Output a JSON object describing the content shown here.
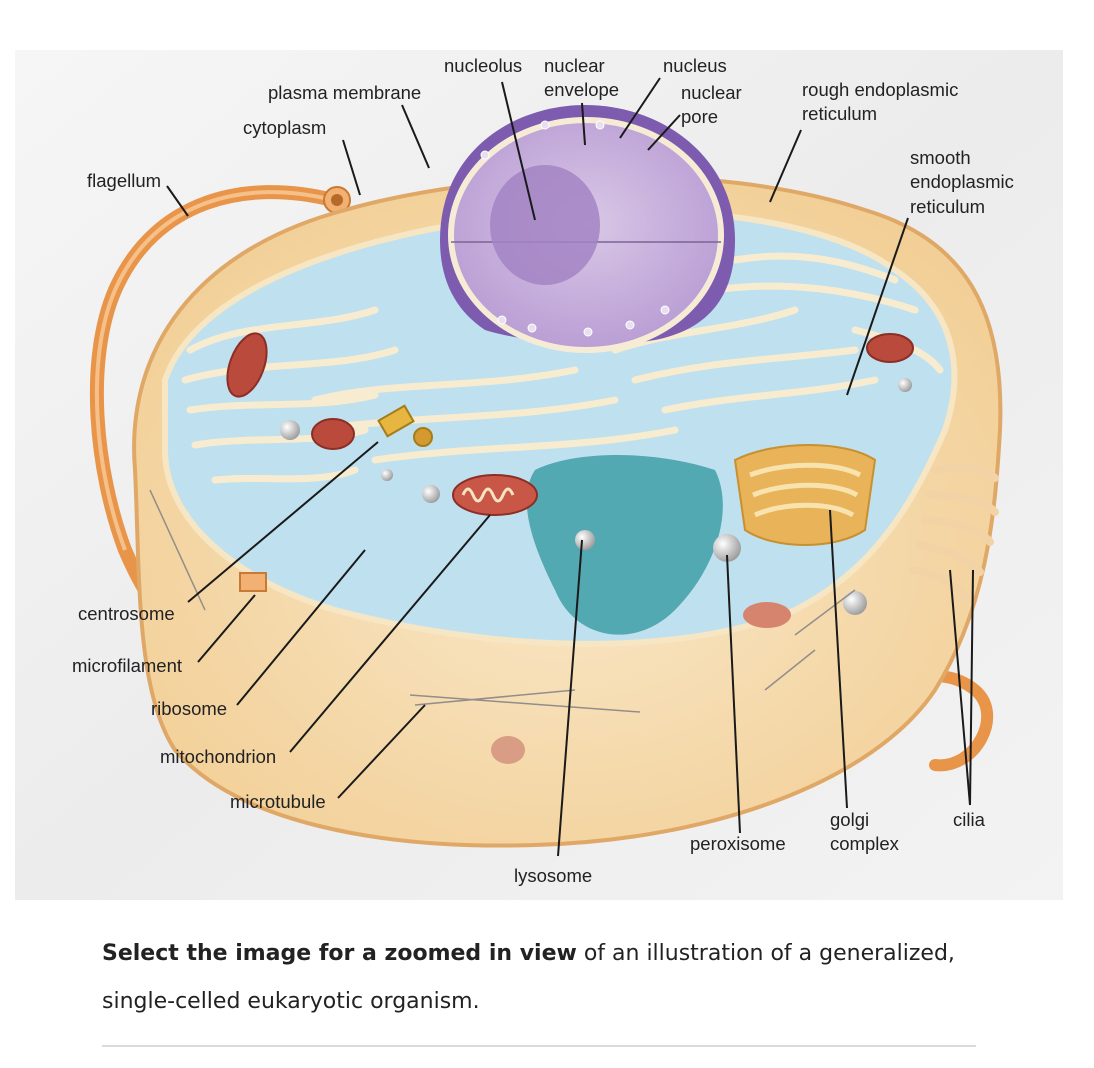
{
  "figure": {
    "labels": {
      "nucleolus": "nucleolus",
      "nuclear_envelope_1": "nuclear",
      "nuclear_envelope_2": "envelope",
      "nucleus": "nucleus",
      "nuclear_pore_1": "nuclear",
      "nuclear_pore_2": "pore",
      "plasma_membrane": "plasma membrane",
      "cytoplasm": "cytoplasm",
      "rough_er_1": "rough endoplasmic",
      "rough_er_2": "reticulum",
      "smooth_er_1": "smooth",
      "smooth_er_2": "endoplasmic",
      "smooth_er_3": "reticulum",
      "flagellum": "flagellum",
      "centrosome": "centrosome",
      "microfilament": "microfilament",
      "ribosome": "ribosome",
      "mitochondrion": "mitochondrion",
      "microtubule": "microtubule",
      "lysosome": "lysosome",
      "peroxisome": "peroxisome",
      "golgi_1": "golgi",
      "golgi_2": "complex",
      "cilia": "cilia"
    }
  },
  "caption": {
    "bold": "Select the image for a zoomed in view",
    "rest": " of an illustration of a generalized, single-celled eukaryotic organism."
  }
}
